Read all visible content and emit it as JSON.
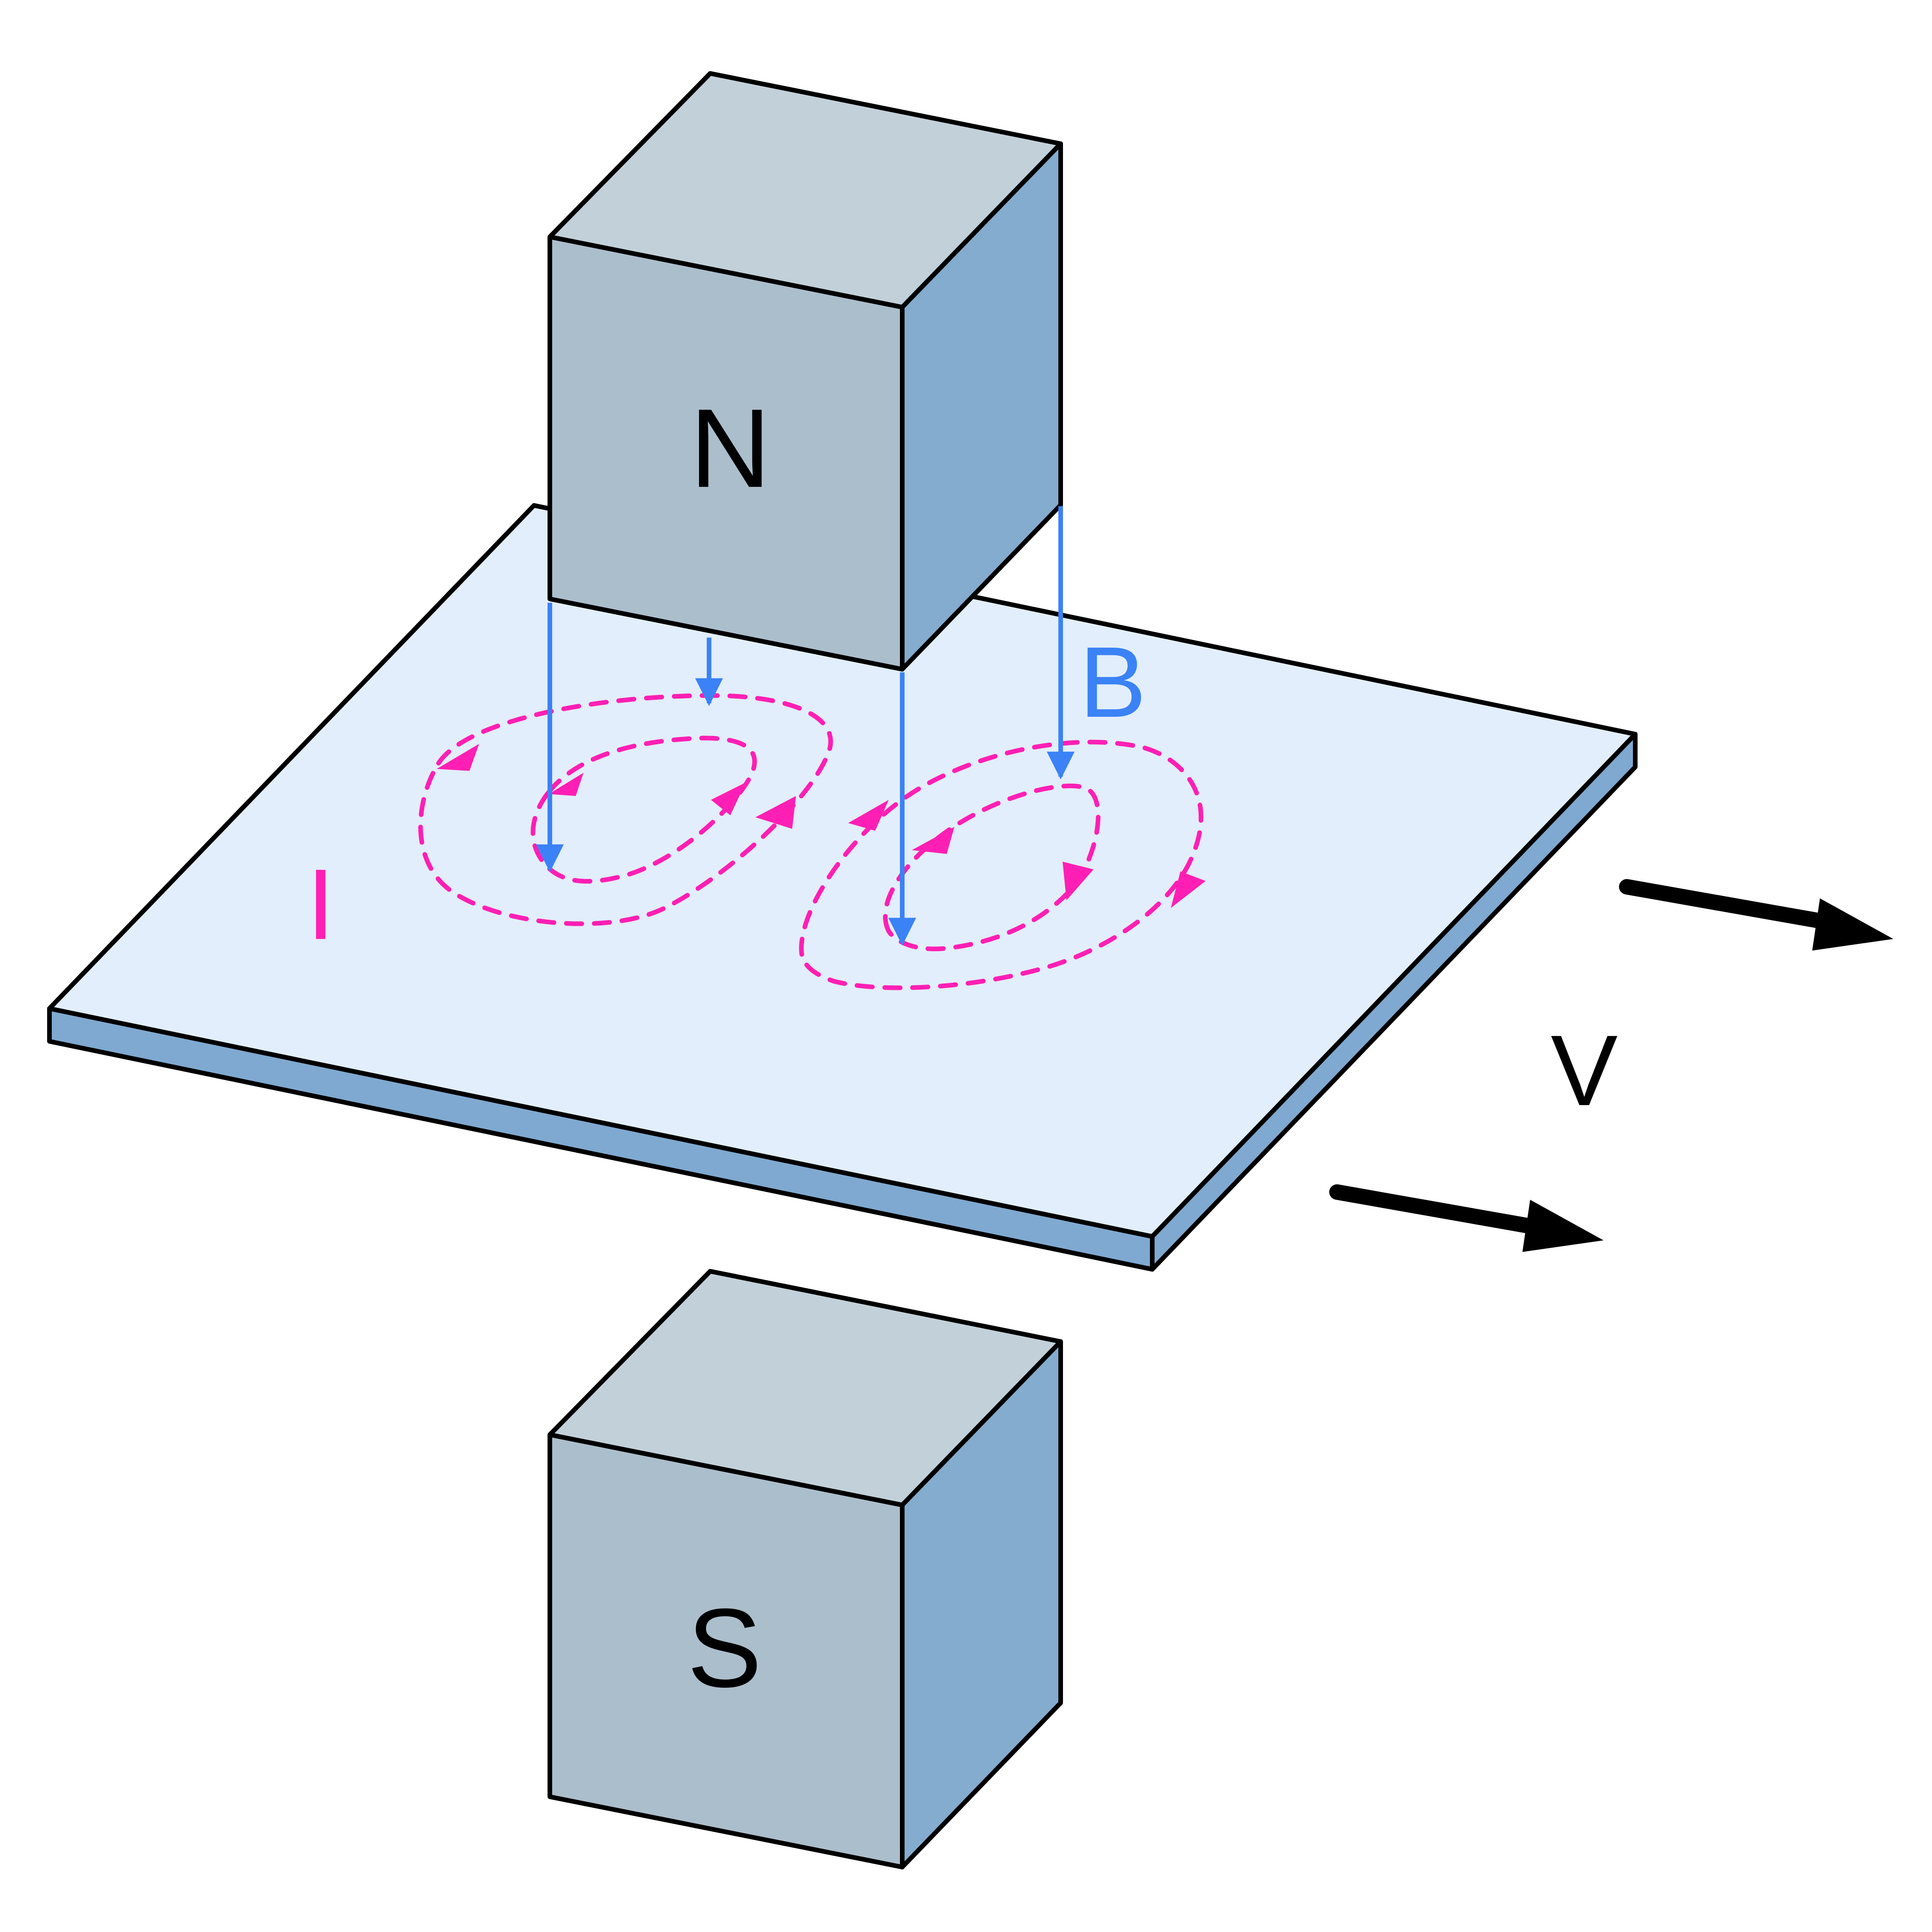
{
  "labels": {
    "north_pole": "N",
    "south_pole": "S",
    "current": "I",
    "field": "B",
    "velocity": "V"
  },
  "colors": {
    "plate_top": "#E2EEFC",
    "plate_side": "#7FA9D0",
    "magnet_top": "#C2D0D9",
    "magnet_front": "#ABBECC",
    "magnet_side": "#84ACCE",
    "field_lines": "#3B82F6",
    "eddy_currents": "#FF1FB4",
    "outline": "#000000",
    "text": "#000000"
  }
}
